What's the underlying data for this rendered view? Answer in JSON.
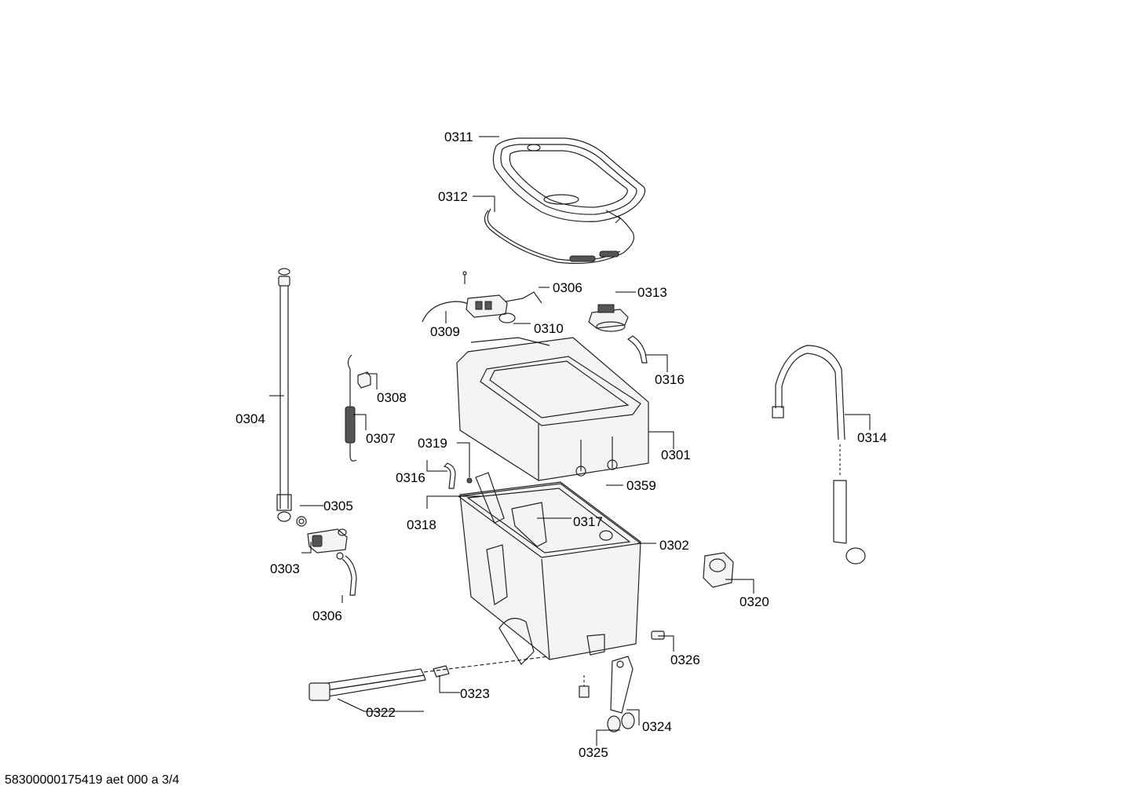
{
  "labels": {
    "p0301": "0301",
    "p0302": "0302",
    "p0303": "0303",
    "p0304": "0304",
    "p0305": "0305",
    "p0306a": "0306",
    "p0306b": "0306",
    "p0307": "0307",
    "p0308": "0308",
    "p0309": "0309",
    "p0310": "0310",
    "p0311": "0311",
    "p0312": "0312",
    "p0313": "0313",
    "p0314": "0314",
    "p0316a": "0316",
    "p0316b": "0316",
    "p0317": "0317",
    "p0318": "0318",
    "p0319": "0319",
    "p0320": "0320",
    "p0322": "0322",
    "p0323": "0323",
    "p0324": "0324",
    "p0325": "0325",
    "p0326": "0326",
    "p0359": "0359"
  },
  "footer": {
    "code": "58300000175419 aet 000 a 3/4"
  }
}
